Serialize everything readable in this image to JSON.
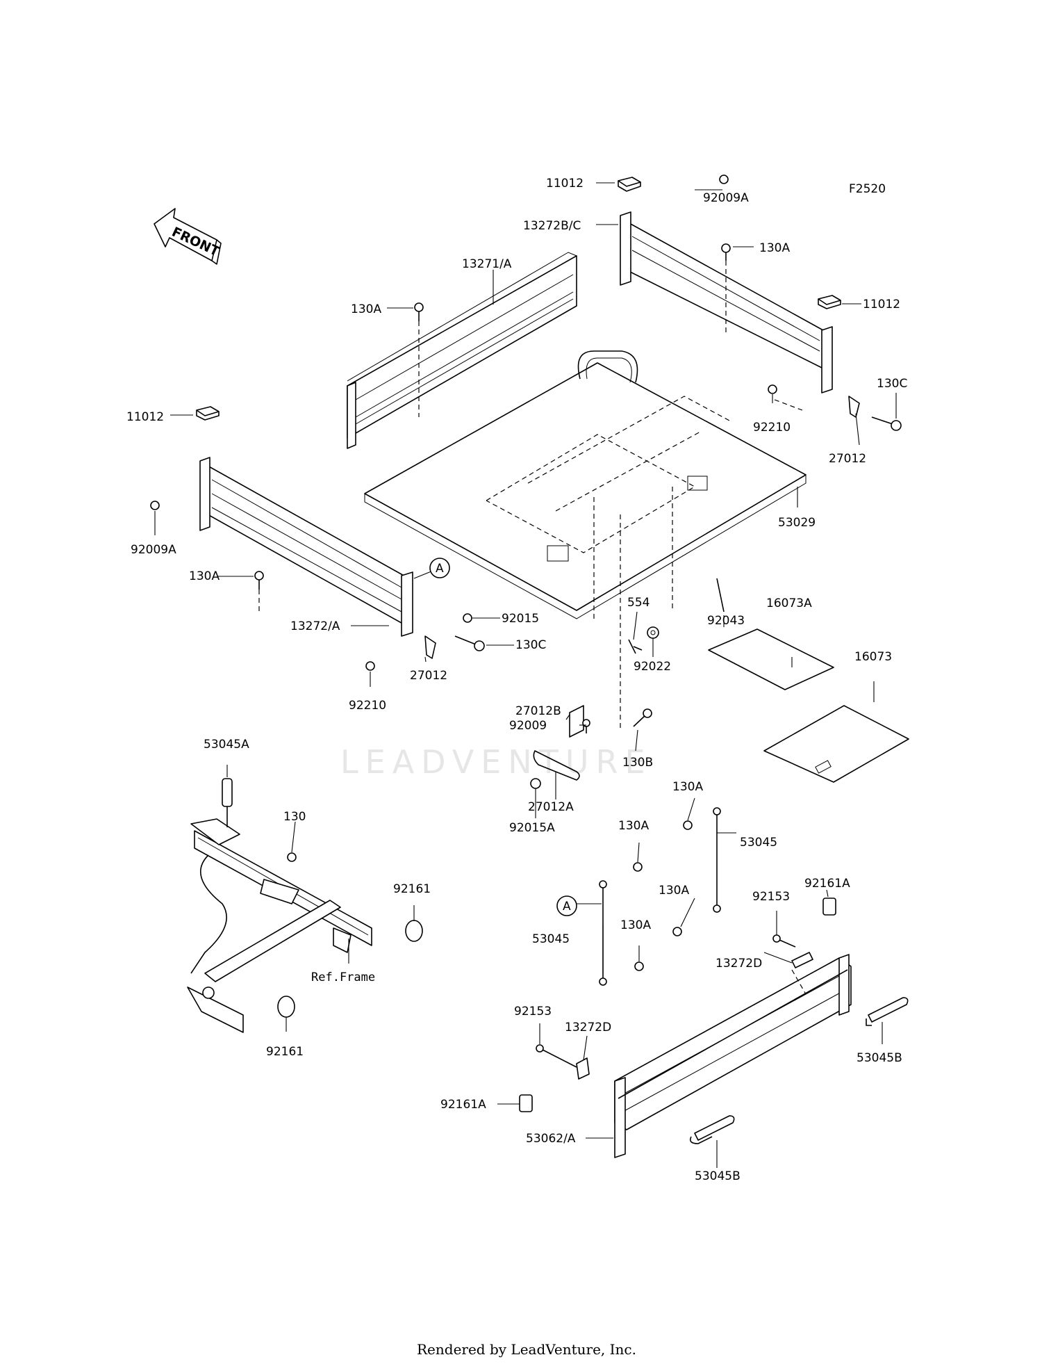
{
  "diagram_code": "F2520",
  "front_label": "FRONT",
  "watermark": "LEADVENTURE",
  "footer": "Rendered by LeadVenture, Inc.",
  "callouts": {
    "c1": "11012",
    "c2": "13272B/C",
    "c3": "92009A",
    "c4": "130A",
    "c5": "11012",
    "c6": "130C",
    "c7": "92210",
    "c8": "27012",
    "c9": "13271/A",
    "c10": "130A",
    "c11": "11012",
    "c12": "92009A",
    "c13": "130A",
    "c14": "13272/A",
    "c15": "92210",
    "c16": "27012",
    "c17": "130C",
    "c18": "92015",
    "c19": "53029",
    "c20": "92043",
    "c21": "554",
    "c22": "92022",
    "c23": "16073A",
    "c24": "16073",
    "c25": "27012B",
    "c26": "92009",
    "c27": "130B",
    "c28": "27012A",
    "c29": "92015A",
    "c30": "53045A",
    "c31": "130",
    "c32": "92161",
    "c33": "Ref.Frame",
    "c34": "92161",
    "c35": "130A",
    "c36": "53045",
    "c37": "130A",
    "c38": "92161A",
    "c39": "130A",
    "c40": "92153",
    "c41": "53045",
    "c42": "130A",
    "c43": "13272D",
    "c44": "92153",
    "c45": "13272D",
    "c46": "53045B",
    "c47": "92161A",
    "c48": "53062/A",
    "c49": "53045B",
    "ref_a1": "A",
    "ref_a2": "A"
  }
}
